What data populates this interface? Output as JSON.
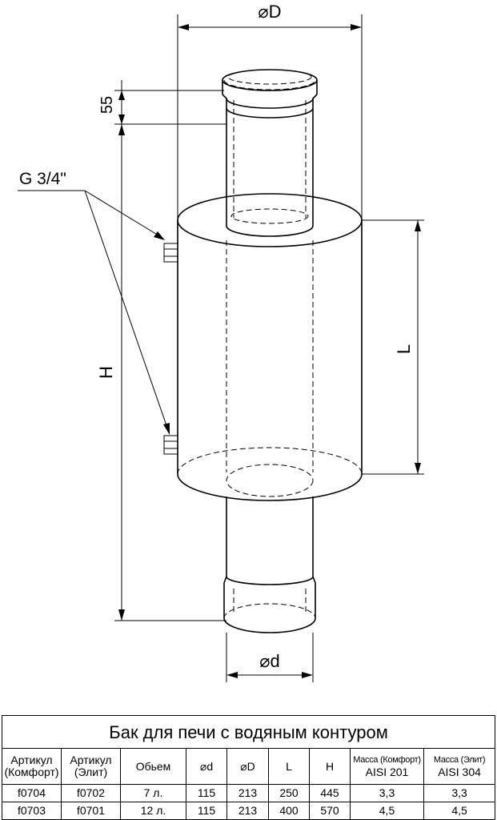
{
  "labels": {
    "dim_D": "⌀D",
    "dim_d": "⌀d",
    "dim_55": "55",
    "dim_H": "H",
    "dim_L": "L",
    "thread": "G 3/4\""
  },
  "table": {
    "title": "Бак для печи с водяным контуром",
    "headers": {
      "art_comfort_1": "Артикул",
      "art_comfort_2": "(Комфорт)",
      "art_elite_1": "Артикул",
      "art_elite_2": "(Элит)",
      "volume": "Обьем",
      "d": "⌀d",
      "D": "⌀D",
      "L": "L",
      "H": "H",
      "mass_comfort_1": "Масса (Комфорт)",
      "mass_comfort_2": "AISI 201",
      "mass_elite_1": "Масса (Элит)",
      "mass_elite_2": "AISI 304"
    },
    "rows": [
      [
        "f0704",
        "f0702",
        "7 л.",
        "115",
        "213",
        "250",
        "445",
        "3,3",
        "3,3"
      ],
      [
        "f0703",
        "f0701",
        "12 л.",
        "115",
        "213",
        "400",
        "570",
        "4,5",
        "4,5"
      ]
    ]
  }
}
